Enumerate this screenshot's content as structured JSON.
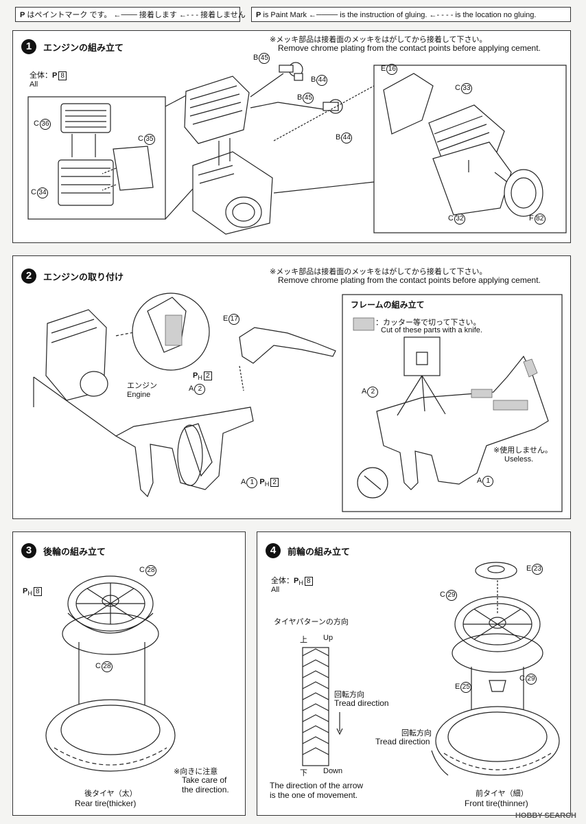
{
  "legend": {
    "jp": {
      "p_label": "P",
      "mark": "はペイントマーク です。",
      "glue": "接着します",
      "noglue": "接着しません"
    },
    "en": {
      "p_label": "P",
      "mark": "is Paint Mark",
      "glue": "is the instruction of gluing.",
      "noglue": "is the location no gluing."
    }
  },
  "chrome_note": {
    "jp": "※メッキ部品は接着面のメッキをはがしてから接着して下さい。",
    "en": "Remove chrome plating from the contact points before applying cement."
  },
  "step1": {
    "num": "1",
    "title": "エンジンの組み立て",
    "paint_jp": "全体：",
    "paint_code": "8",
    "paint_en": "All",
    "labels": {
      "c36": "C",
      "c36n": "36",
      "c35": "C",
      "c35n": "35",
      "c34": "C",
      "c34n": "34",
      "b45a": "B",
      "b45an": "45",
      "b44a": "B",
      "b44an": "44",
      "b45b": "B",
      "b45bn": "45",
      "b44b": "B",
      "b44bn": "44",
      "e16": "E",
      "e16n": "16",
      "c33": "C",
      "c33n": "33",
      "c32": "C",
      "c32n": "32",
      "f82": "F",
      "f82n": "82"
    }
  },
  "step2": {
    "num": "2",
    "title": "エンジンの取り付け",
    "engine_jp": "エンジン",
    "engine_en": "Engine",
    "e17": "E",
    "e17n": "17",
    "ph2": "2",
    "a2": "A",
    "a2n": "2",
    "a1": "A",
    "a1n": "1",
    "a1ph": "2",
    "frame": {
      "title": "フレームの組み立て",
      "cut_jp": "：カッター等で切って下さい。",
      "cut_en": "Cut of these parts with a knife.",
      "a2": "A",
      "a2n": "2",
      "a1": "A",
      "a1n": "1",
      "useless_jp": "※使用しません。",
      "useless_en": "Useless."
    }
  },
  "step3": {
    "num": "3",
    "title": "後輪の組み立て",
    "ph8": "8",
    "c28a": "C",
    "c28an": "28",
    "c28b": "C",
    "c28bn": "28",
    "care_jp": "※向きに注意",
    "care_en1": "Take care of",
    "care_en2": "the direction.",
    "tire_jp": "後タイヤ（太）",
    "tire_en": "Rear tire(thicker)"
  },
  "step4": {
    "num": "4",
    "title": "前輪の組み立て",
    "paint_jp": "全体：",
    "paint_code": "8",
    "paint_en": "All",
    "pattern_title": "タイヤパターンの方向",
    "up_jp": "上",
    "up_en": "Up",
    "down_jp": "下",
    "down_en": "Down",
    "rot_jp": "回転方向",
    "rot_en": "Tread direction",
    "arrow_note1": "The direction of the arrow",
    "arrow_note2": "is the one of movement.",
    "e23": "E",
    "e23n": "23",
    "c29a": "C",
    "c29an": "29",
    "c29b": "C",
    "c29bn": "29",
    "e25": "E",
    "e25n": "25",
    "rot2_jp": "回転方向",
    "rot2_en": "Tread direction",
    "tire_jp": "前タイヤ（細）",
    "tire_en": "Front tire(thinner)"
  },
  "watermark": "HOBBY SEARCH"
}
